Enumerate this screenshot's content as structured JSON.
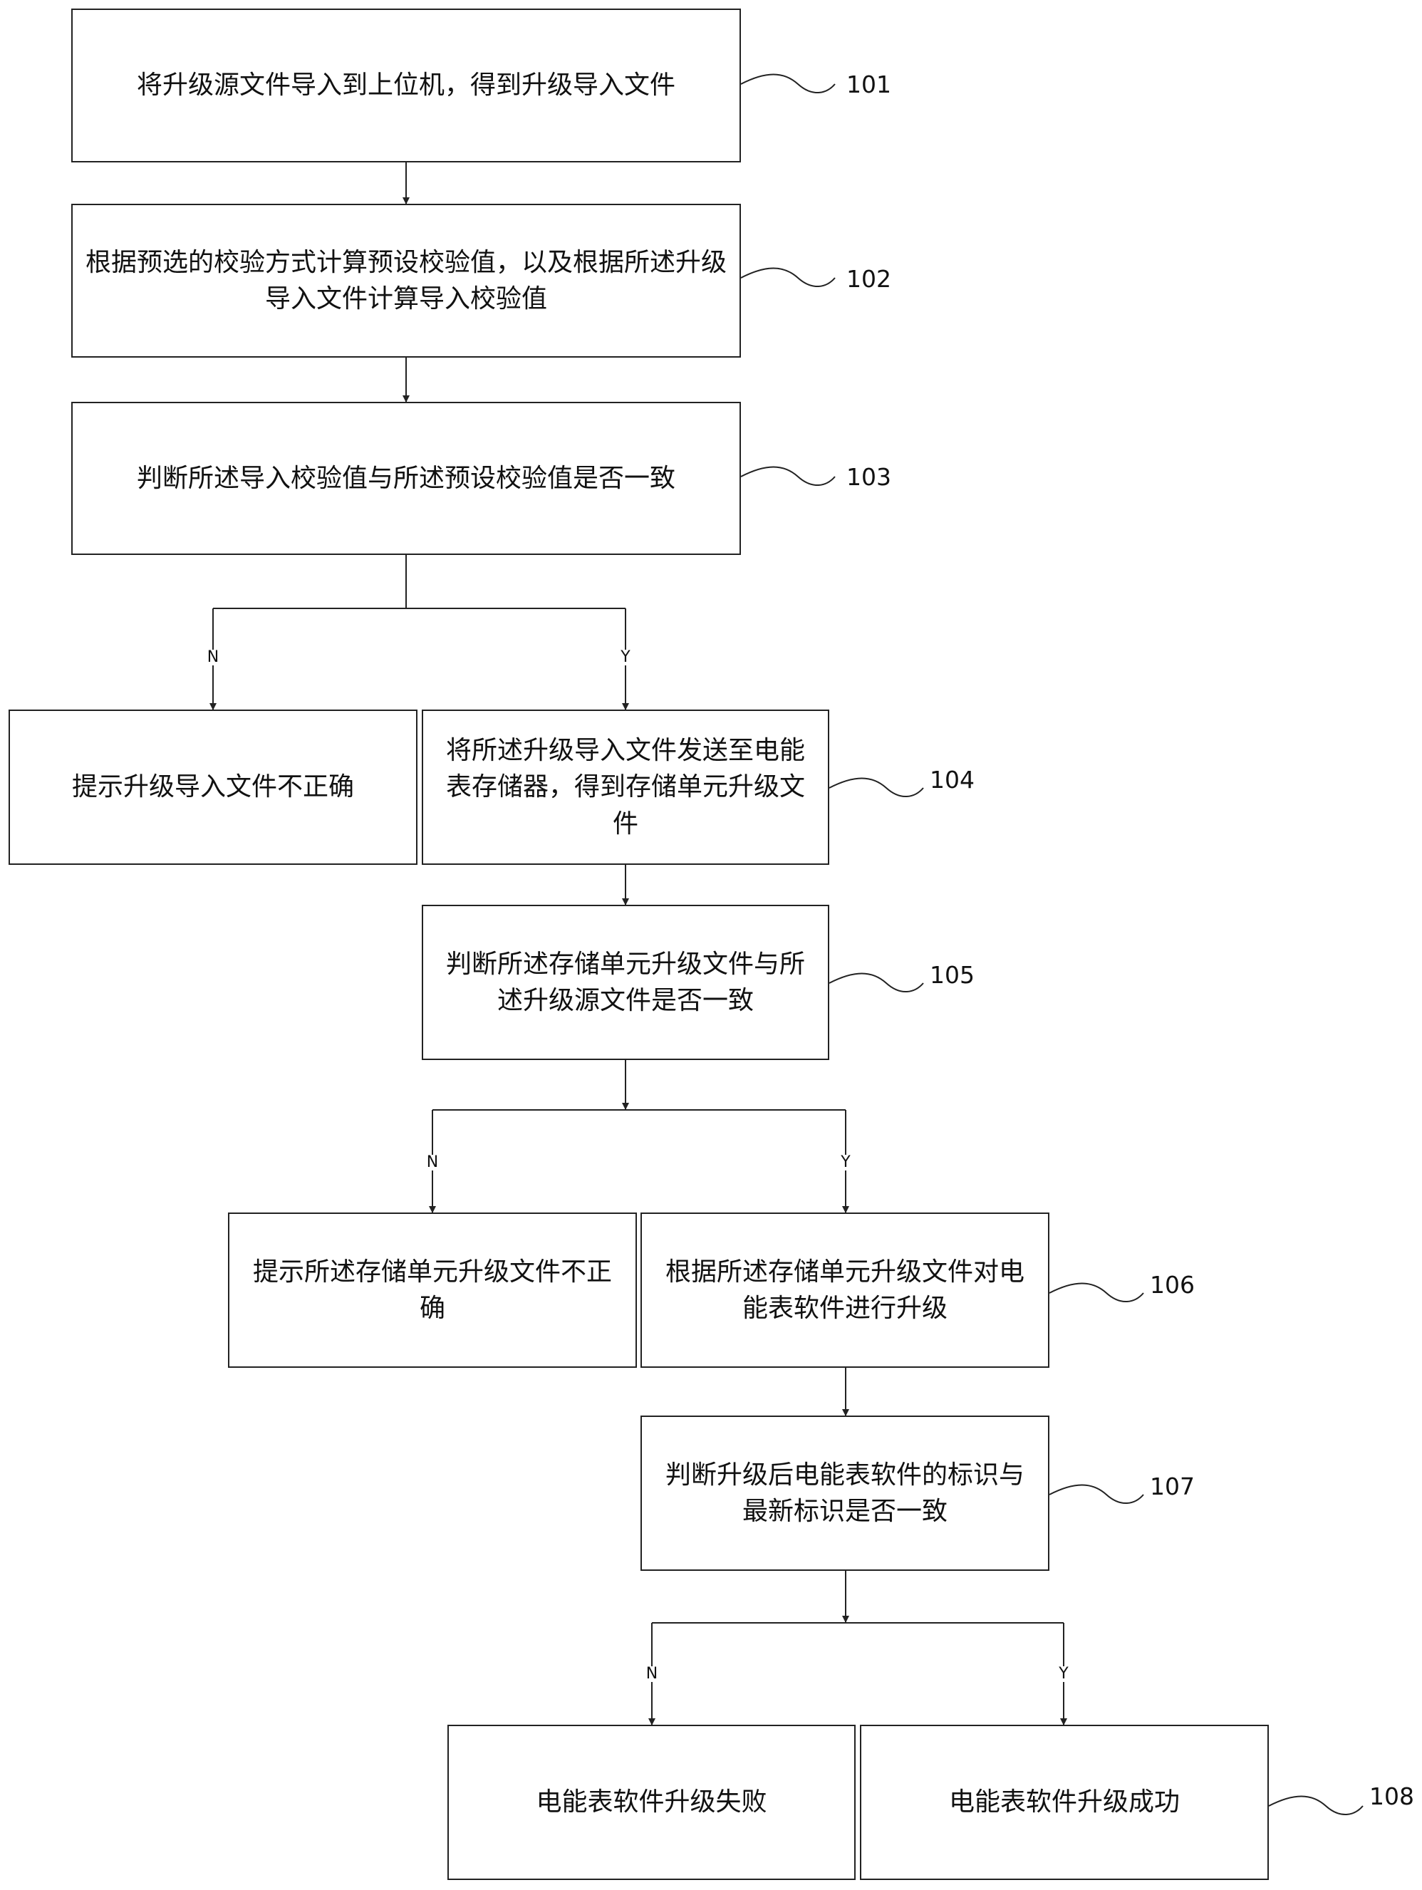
{
  "steps": {
    "s101": "将升级源文件导入到上位机，得到升级导入文件",
    "s102": "根据预选的校验方式计算预设校验值，以及根据所述升级导入文件计算导入校验值",
    "s103": "判断所述导入校验值与所述预设校验值是否一致",
    "s103_no": "提示升级导入文件不正确",
    "s104": "将所述升级导入文件发送至电能表存储器，得到存储单元升级文件",
    "s105": "判断所述存储单元升级文件与所述升级源文件是否一致",
    "s105_no": "提示所述存储单元升级文件不正确",
    "s106": "根据所述存储单元升级文件对电能表软件进行升级",
    "s107": "判断升级后电能表软件的标识与最新标识是否一致",
    "s108_fail": "电能表软件升级失败",
    "s108_success": "电能表软件升级成功"
  },
  "refs": {
    "r101": "101",
    "r102": "102",
    "r103": "103",
    "r104": "104",
    "r105": "105",
    "r106": "106",
    "r107": "107",
    "r108": "108"
  },
  "branch": {
    "no": "N",
    "yes": "Y"
  }
}
